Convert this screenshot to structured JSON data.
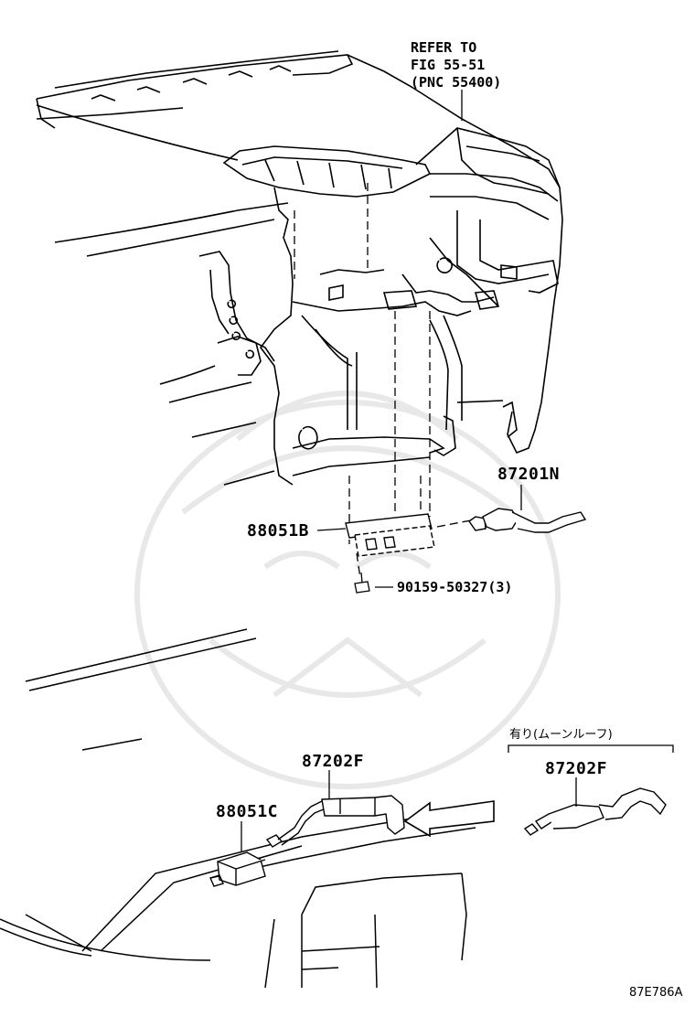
{
  "refer_note": {
    "line1": "REFER TO",
    "line2": "FIG 55-51",
    "line3": "(PNC 55400)"
  },
  "parts": {
    "p87201N": "87201N",
    "p88051B": "88051B",
    "p90159": "90159-50327(3)",
    "p87202F_left": "87202F",
    "p88051C": "88051C",
    "p87202F_right": "87202F"
  },
  "option_note": "有り(ムーンルーフ)",
  "figure_id": "87E786A"
}
